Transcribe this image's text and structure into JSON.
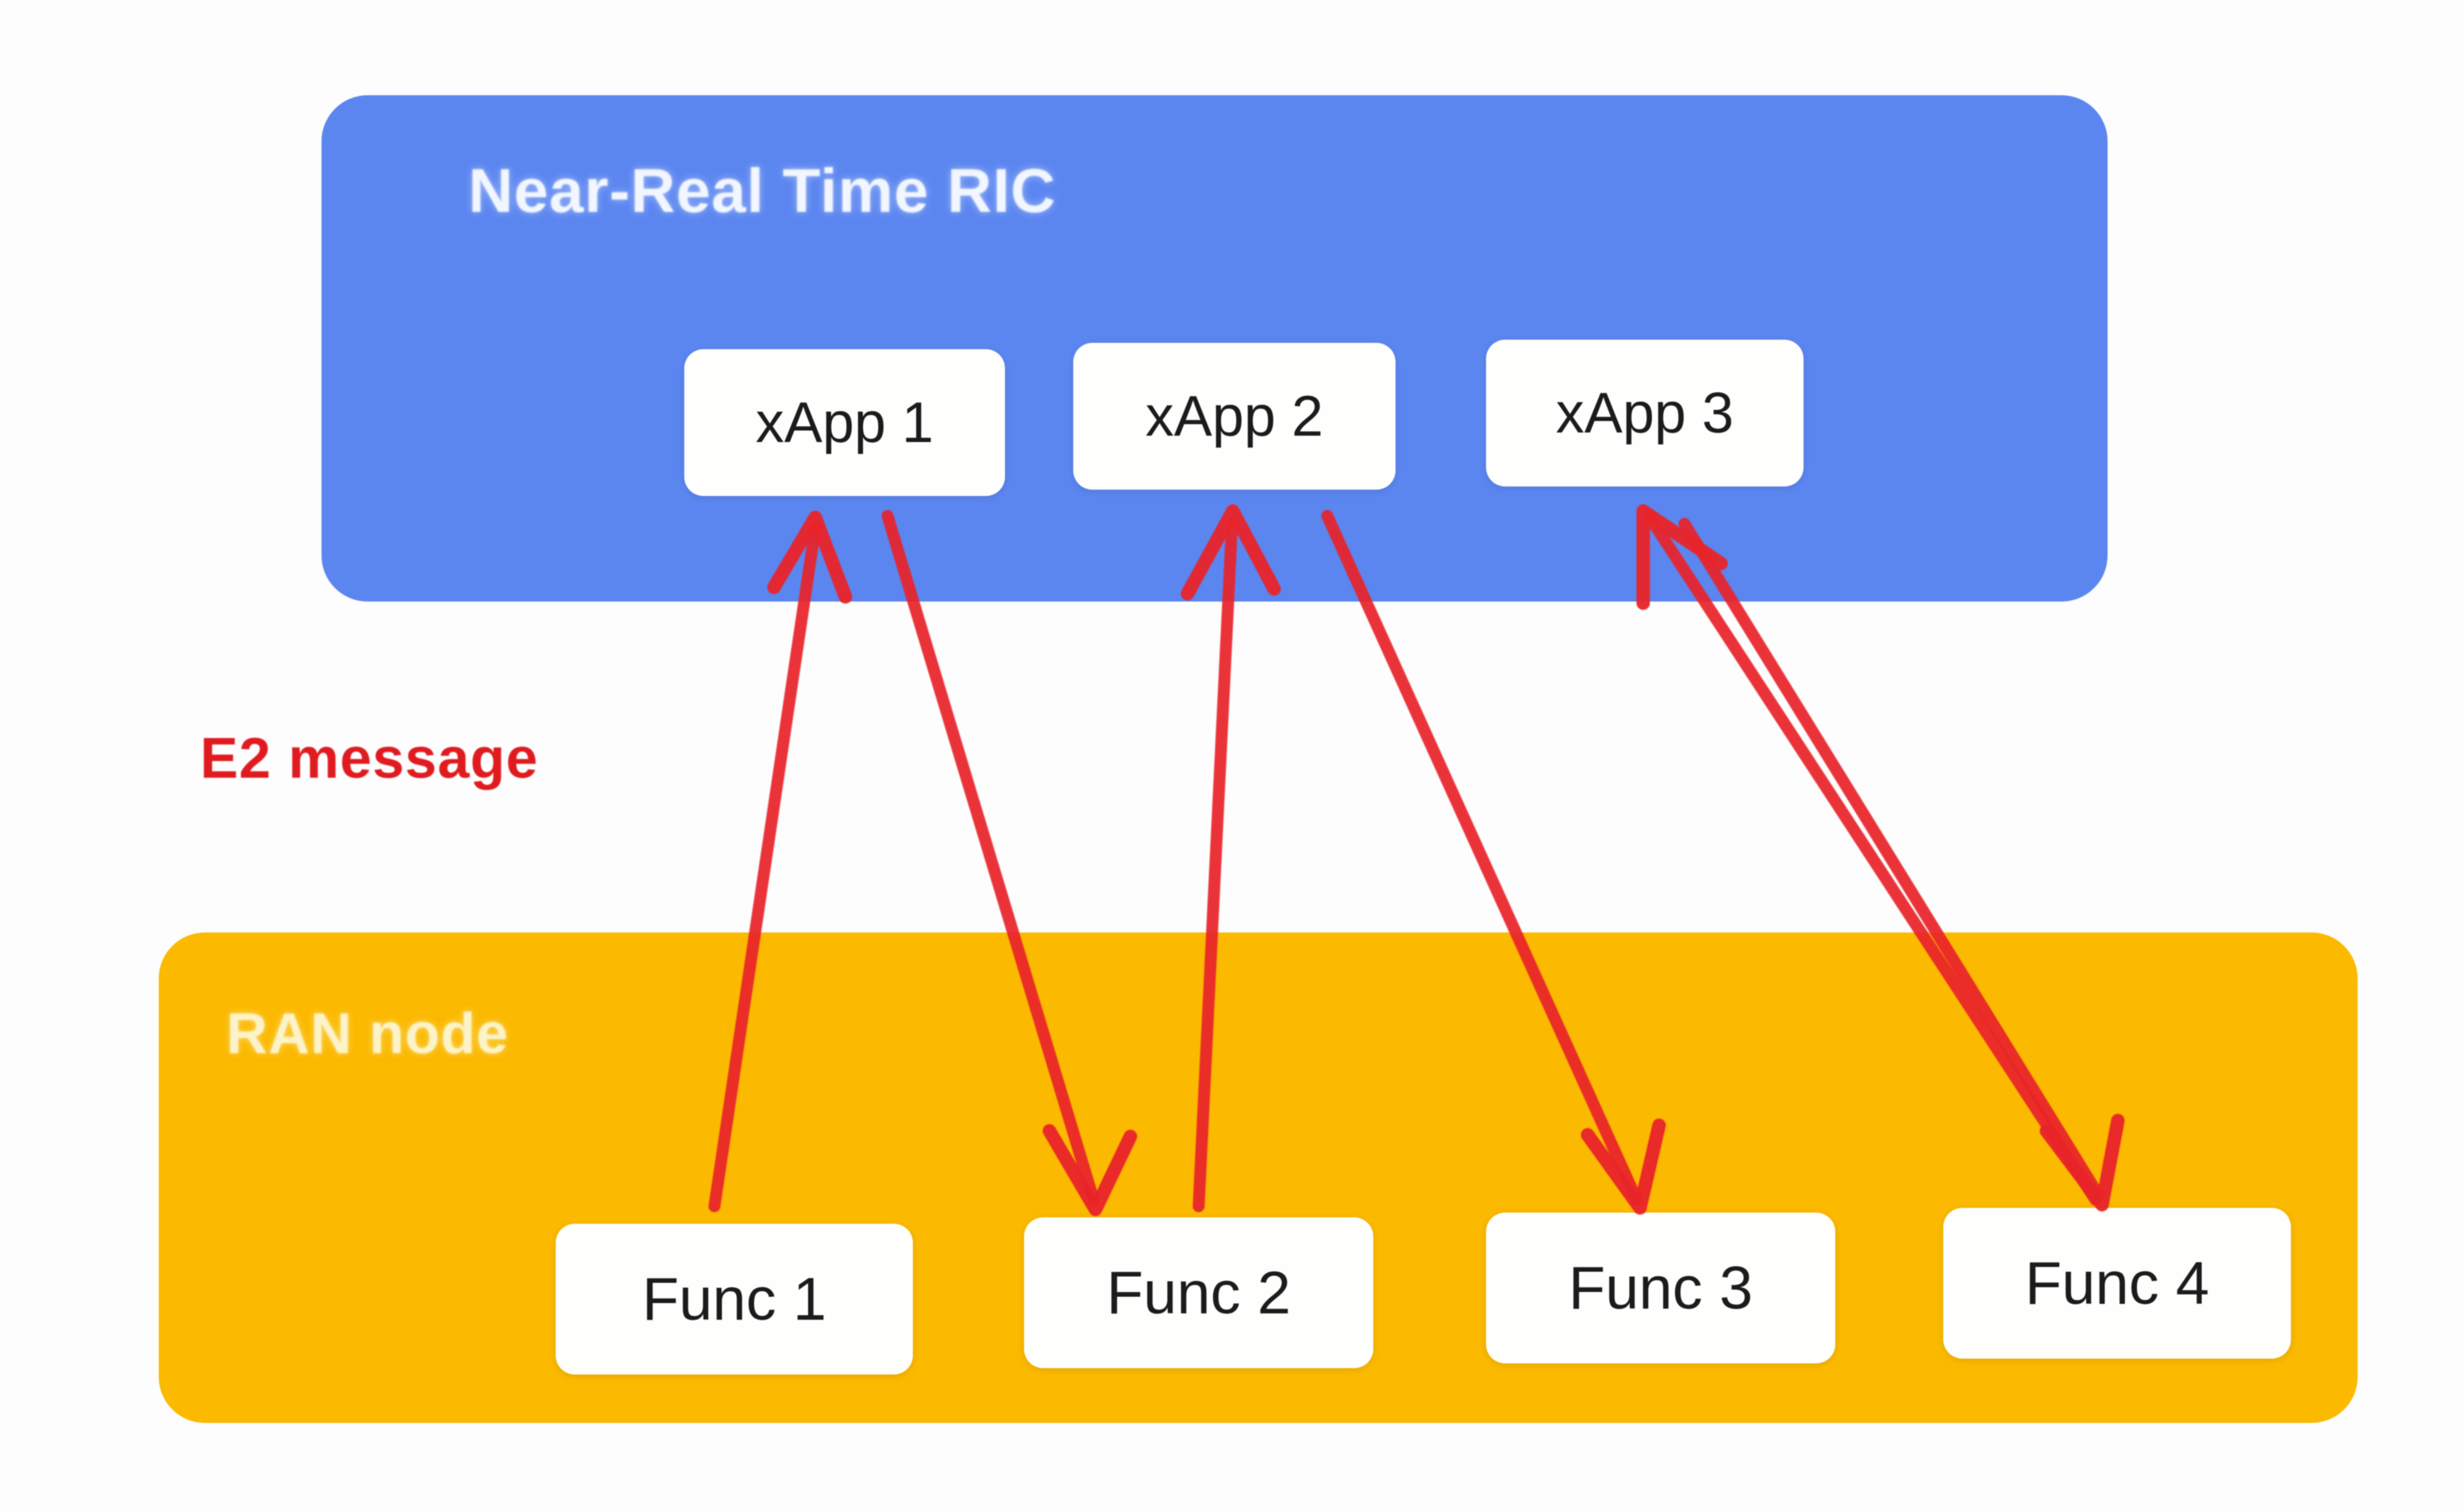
{
  "diagram": {
    "title": "E2 message flow between Near-Real Time RIC and RAN node",
    "background_color": "#ffffff"
  },
  "ric_panel": {
    "title": "Near-Real Time  RIC",
    "fill_color": "#5b86f0",
    "title_color": "#f2f6ff",
    "xapps": [
      {
        "label": "xApp 1"
      },
      {
        "label": "xApp 2"
      },
      {
        "label": "xApp 3"
      }
    ]
  },
  "ran_panel": {
    "title": "RAN node",
    "fill_color": "#fbb900",
    "title_color": "#fdf3c9",
    "functions": [
      {
        "label": "Func 1"
      },
      {
        "label": "Func 2"
      },
      {
        "label": "Func 3"
      },
      {
        "label": "Func 4"
      }
    ]
  },
  "annotations": {
    "e2_message_label": "E2 message",
    "e2_message_color": "#e01b20"
  },
  "connections": {
    "arrow_color": "#e8242a",
    "edges": [
      {
        "from": "Func 1",
        "to": "xApp 1",
        "direction": "up"
      },
      {
        "from": "xApp 1",
        "to": "Func 2",
        "direction": "down"
      },
      {
        "from": "Func 2",
        "to": "xApp 2",
        "direction": "up"
      },
      {
        "from": "xApp 2",
        "to": "Func 3",
        "direction": "down"
      },
      {
        "from": "Func 4",
        "to": "xApp 3",
        "direction": "up"
      }
    ]
  }
}
